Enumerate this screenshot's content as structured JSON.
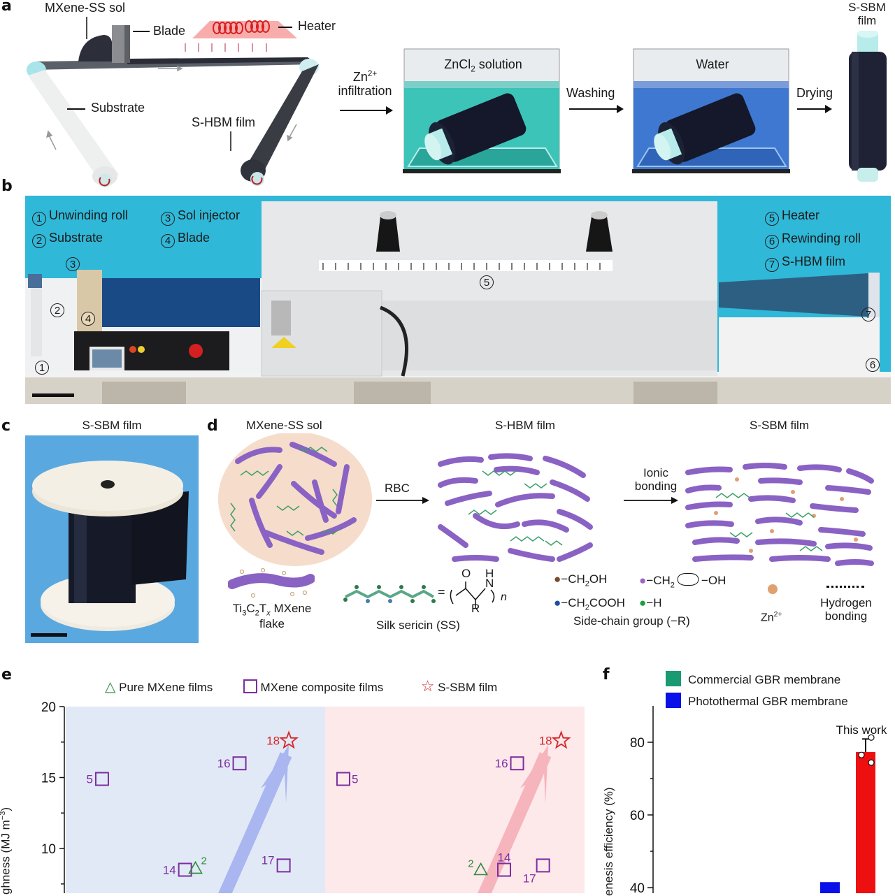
{
  "panel_labels": {
    "a": "a",
    "b": "b",
    "c": "c",
    "d": "d",
    "e": "e",
    "f": "f"
  },
  "panel_a": {
    "mxene_sol": "MXene-SS sol",
    "blade": "Blade",
    "heater": "Heater",
    "substrate": "Substrate",
    "shbm_film": "S-HBM film",
    "zn_infiltration_ion": "Zn",
    "zn_infiltration_charge": "2+",
    "zn_infiltration_text": "infiltration",
    "zncl2_prefix": "ZnCl",
    "zncl2_sub": "2",
    "zncl2_suffix": " solution",
    "washing": "Washing",
    "water": "Water",
    "drying": "Drying",
    "ssbm_line1": "S-SBM",
    "ssbm_line2": "film",
    "colors": {
      "zncl2_bath": "#3cc4b8",
      "water_bath": "#3f78d0",
      "heater": "#e8302c",
      "roll": "#1c1f2e",
      "roll_cap": "#b8ecea"
    }
  },
  "panel_b": {
    "legend_left": [
      {
        "num": "1",
        "label": "Unwinding roll"
      },
      {
        "num": "2",
        "label": "Substrate"
      },
      {
        "num": "3",
        "label": "Sol injector"
      },
      {
        "num": "4",
        "label": "Blade"
      }
    ],
    "legend_right": [
      {
        "num": "5",
        "label": "Heater"
      },
      {
        "num": "6",
        "label": "Rewinding roll"
      },
      {
        "num": "7",
        "label": "S-HBM film"
      }
    ],
    "markers": [
      "1",
      "2",
      "3",
      "4",
      "5",
      "6",
      "7"
    ],
    "colors": {
      "backdrop": "#2fb8d8",
      "machine": "#e6e8ea",
      "film": "#2d5f82"
    }
  },
  "panel_c": {
    "title": "S-SBM film"
  },
  "panel_d": {
    "sol_title": "MXene-SS sol",
    "rbc": "RBC",
    "shbm_title": "S-HBM film",
    "ionic_line1": "Ionic",
    "ionic_line2": "bonding",
    "ssbm_title": "S-SBM film",
    "flake_formula_ti": "Ti",
    "flake_formula_3": "3",
    "flake_formula_c": "C",
    "flake_formula_2": "2",
    "flake_formula_t": "T",
    "flake_formula_x": "x",
    "flake_formula_rest": " MXene",
    "flake_line2": "flake",
    "ss_label": "Silk sericin (SS)",
    "ss_eq": "=",
    "ss_o": "O",
    "ss_h": "H",
    "ss_n": "N",
    "ss_r": "R",
    "ss_n_sub": "n",
    "side_chains": [
      {
        "prefix": "−CH",
        "sub": "2",
        "suffix": "OH",
        "color": "#7a4a2a"
      },
      {
        "prefix": "−CH",
        "sub": "2",
        "suffix": "",
        "ring": "−OH",
        "color": "#9a64c8"
      },
      {
        "prefix": "−CH",
        "sub": "2",
        "suffix": "COOH",
        "color": "#1d4fa0"
      },
      {
        "prefix": "−H",
        "sub": "",
        "suffix": "",
        "color": "#18a040"
      }
    ],
    "side_chain_title": "Side-chain group (−R)",
    "zn_ion": "Zn",
    "zn_charge": "2+",
    "hbond_line1": "Hydrogen",
    "hbond_line2": "bonding",
    "colors": {
      "flake": "#8a62c4",
      "chain": "#3aa068",
      "zn": "#e0a070",
      "sol_bg": "#f6dccb"
    }
  },
  "chart_data": [
    {
      "type": "scatter",
      "panel": "e",
      "ylabel_visible": "ghness (MJ m",
      "ylabel_sup": "−3",
      "ylabel_close": ")",
      "ylim": [
        7,
        20
      ],
      "yticks": [
        10,
        15,
        20
      ],
      "ytick_labels": [
        "10",
        "15",
        "20"
      ],
      "legend": [
        {
          "marker": "triangle",
          "label": "Pure MXene films",
          "color": "#2e8b3a"
        },
        {
          "marker": "square",
          "label": "MXene composite films",
          "color": "#7b2ea0"
        },
        {
          "marker": "star",
          "label": "S-SBM film",
          "color": "#d42a2a"
        }
      ],
      "regions": [
        {
          "name": "left",
          "color": "#e2e9f6",
          "arrow_color": "#aab6f0"
        },
        {
          "name": "right",
          "color": "#fde8ea",
          "arrow_color": "#f6b4bc"
        }
      ],
      "series": [
        {
          "region": "left",
          "points": [
            {
              "ref": "5",
              "marker": "square",
              "y": 14.9,
              "x": 0.14
            },
            {
              "ref": "16",
              "marker": "square",
              "y": 16.0,
              "x": 0.67
            },
            {
              "ref": "18",
              "marker": "star",
              "y": 17.6,
              "x": 0.86
            },
            {
              "ref": "14",
              "marker": "square",
              "y": 8.5,
              "x": 0.46
            },
            {
              "ref": "2",
              "marker": "triangle",
              "y": 8.6,
              "x": 0.5
            },
            {
              "ref": "17",
              "marker": "square",
              "y": 8.8,
              "x": 0.84
            }
          ]
        },
        {
          "region": "right",
          "points": [
            {
              "ref": "5",
              "marker": "square",
              "y": 14.9,
              "x": 0.07
            },
            {
              "ref": "16",
              "marker": "square",
              "y": 16.0,
              "x": 0.74
            },
            {
              "ref": "18",
              "marker": "star",
              "y": 17.6,
              "x": 0.91
            },
            {
              "ref": "2",
              "marker": "triangle",
              "y": 8.5,
              "x": 0.6
            },
            {
              "ref": "14",
              "marker": "square",
              "y": 8.5,
              "x": 0.69
            },
            {
              "ref": "17",
              "marker": "square",
              "y": 8.8,
              "x": 0.84
            }
          ]
        }
      ]
    },
    {
      "type": "bar",
      "panel": "f",
      "ylabel_visible": "enesis efficiency (%)",
      "ylim": [
        38,
        90
      ],
      "yticks": [
        40,
        60,
        80
      ],
      "ytick_labels": [
        "40",
        "60",
        "80"
      ],
      "legend": [
        {
          "label": "Commercial GBR membrane",
          "color": "#1a9a72"
        },
        {
          "label": "Photothermal GBR membrane",
          "color": "#0a10e8"
        }
      ],
      "bars": [
        {
          "name": "Photothermal GBR membrane",
          "value": 41.5,
          "color": "#0a10e8"
        },
        {
          "name": "This work",
          "value": 77.3,
          "color": "#ee1010",
          "label": "This work",
          "error": 3.6,
          "points": [
            81.3,
            76.5,
            74.4
          ]
        }
      ]
    }
  ]
}
